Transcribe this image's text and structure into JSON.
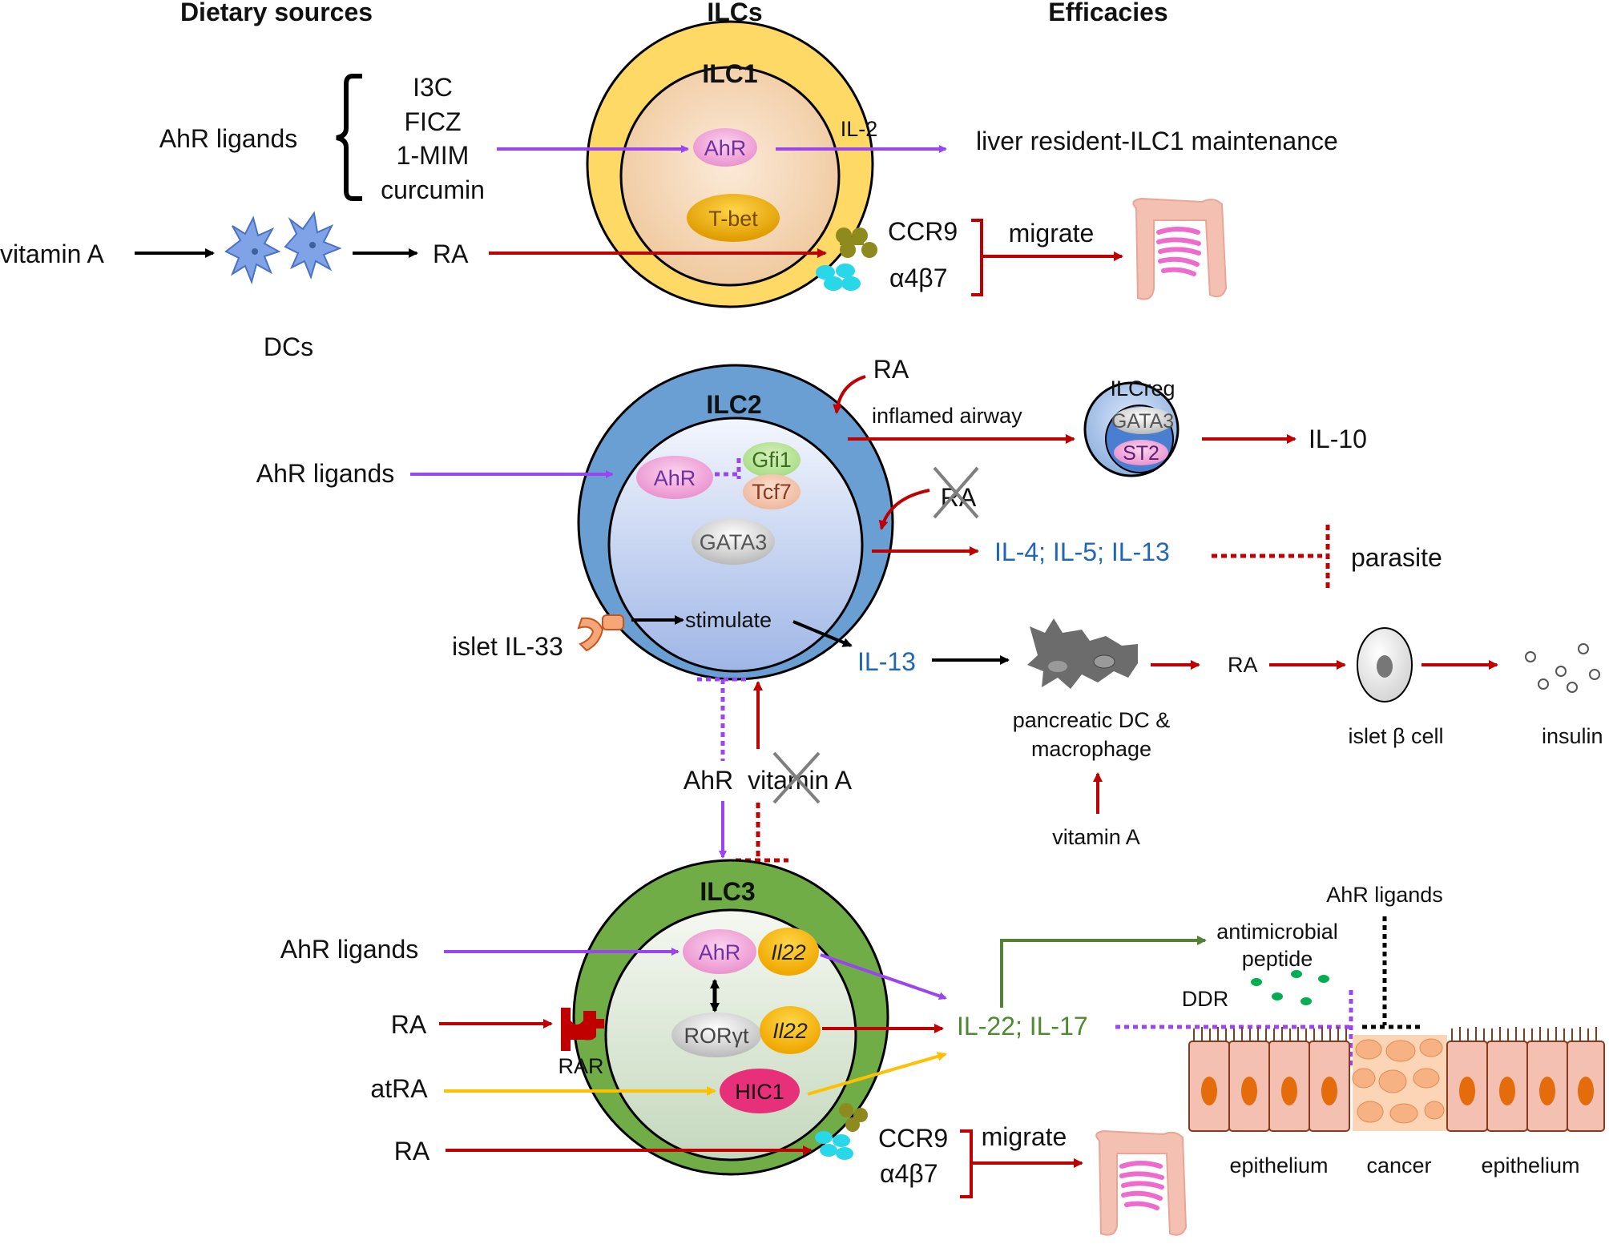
{
  "headers": {
    "dietary_sources": "Dietary sources",
    "ilcs": "ILCs",
    "efficacies": "Efficacies"
  },
  "ilc1": {
    "title": "ILC1",
    "ahr_ligands": "AhR ligands",
    "ligand_list": [
      "I3C",
      "FICZ",
      "1-MIM",
      "curcumin"
    ],
    "ahr": "AhR",
    "tbet": "T-bet",
    "il2": "IL-2",
    "liver_outcome": "liver resident-ILC1 maintenance",
    "vitamin_a": "vitamin A",
    "dcs": "DCs",
    "ra": "RA",
    "ccr9": "CCR9",
    "a4b7": "α4β7",
    "migrate": "migrate"
  },
  "ilc2": {
    "title": "ILC2",
    "ra_top": "RA",
    "inflamed_airway": "inflamed airway",
    "ilcreg": "ILCreg",
    "gata3_reg": "GATA3",
    "st2": "ST2",
    "il10": "IL-10",
    "ahr_ligands": "AhR ligands",
    "ahr": "AhR",
    "gfi1": "Gfi1",
    "tcf7": "Tcf7",
    "gata3": "GATA3",
    "ra_crossed": "RA",
    "cytokines": "IL-4; IL-5; IL-13",
    "parasite": "parasite",
    "islet_il33": "islet IL-33",
    "stimulate": "stimulate",
    "il13": "IL-13",
    "pancreatic_dc": "pancreatic DC &",
    "macrophage": "macrophage",
    "ra_pancreas": "RA",
    "islet_beta": "islet β cell",
    "insulin": "insulin",
    "vitamin_a_pancreas": "vitamin A",
    "ahr_link": "AhR",
    "vitamin_a_link": "vitamin A"
  },
  "ilc3": {
    "title": "ILC3",
    "ahr_ligands": "AhR ligands",
    "ahr": "AhR",
    "il22_top": "Il22",
    "rorgt": "RORγt",
    "il22_mid": "Il22",
    "hic1": "HIC1",
    "ra": "RA",
    "rar": "RAR",
    "atra": "atRA",
    "ra_bottom": "RA",
    "ccr9": "CCR9",
    "a4b7": "α4β7",
    "migrate": "migrate",
    "il22_il17": "IL-22; IL-17",
    "antimicrobial": "antimicrobial",
    "peptide": "peptide",
    "ahr_ligands_right": "AhR ligands",
    "ddr": "DDR",
    "epithelium_left": "epithelium",
    "cancer": "cancer",
    "epithelium_right": "epithelium"
  },
  "colors": {
    "purple_arrow": "#9b45f0",
    "red_arrow": "#c00000",
    "yellow_arrow": "#ffc000",
    "green_arrow": "#548235",
    "ilc1_outer": "#ffd966",
    "ilc2_outer": "#6a9fd4",
    "ilc3_outer": "#70ad47",
    "blue_text": "#2267b5",
    "green_text": "#4e8a2f"
  }
}
